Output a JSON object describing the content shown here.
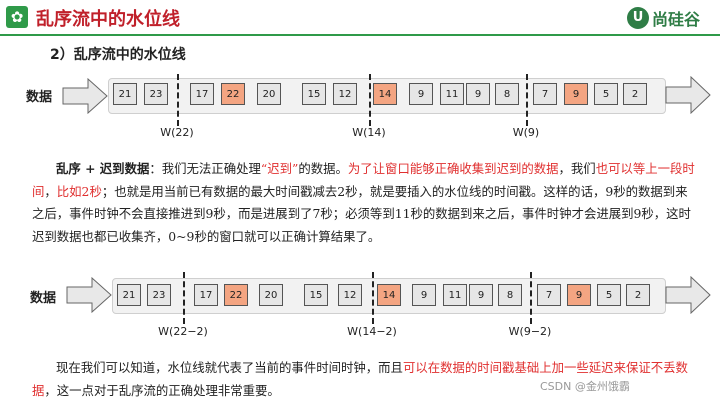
{
  "header": {
    "title": "乱序流中的水位线",
    "icon": "gear-icon",
    "logo_text": "尚硅谷",
    "logo_mark": "U"
  },
  "sub_title": "2）乱序流中的水位线",
  "colors": {
    "accent_green": "#2f9a49",
    "title_red": "#c0202a",
    "late_event": "#f4a582",
    "highlight_red": "#e03030"
  },
  "diagram1": {
    "label": "数据",
    "events": [
      "21",
      "23",
      "17",
      "22",
      "20",
      "15",
      "12",
      "14",
      "9",
      "11",
      "9",
      "8",
      "7",
      "9",
      "5",
      "2"
    ],
    "late": [
      false,
      false,
      false,
      true,
      false,
      false,
      false,
      true,
      false,
      false,
      false,
      false,
      false,
      true,
      false,
      false
    ],
    "watermarks": [
      "W(22)",
      "W(14)",
      "W(9)"
    ]
  },
  "paragraph1": {
    "p1": "乱序 + 迟到数据",
    "p2": "：我们无法正确处理",
    "p3": "“迟到”",
    "p4": "的数据。",
    "p5": "为了让窗口能够正确收集到迟到的数据",
    "p6": "，我们",
    "p7": "也可以等上一段时间",
    "p8": "，",
    "p9": "比如2秒",
    "p10": "；也就是用当前已有数据的最大时间戳减去2秒，就是要插入的水位线的时间戳。这样的话，9秒的数据到来之后，事件时钟不会直接推进到9秒，而是进展到了7秒；必须等到11秒的数据到来之后，事件时钟才会进展到9秒，这时迟到数据也都已收集齐，0~9秒的窗口就可以正确计算结果了。"
  },
  "diagram2": {
    "label": "数据",
    "events": [
      "21",
      "23",
      "17",
      "22",
      "20",
      "15",
      "12",
      "14",
      "9",
      "11",
      "9",
      "8",
      "7",
      "9",
      "5",
      "2"
    ],
    "late": [
      false,
      false,
      false,
      true,
      false,
      false,
      false,
      true,
      false,
      false,
      false,
      false,
      false,
      true,
      false,
      false
    ],
    "watermarks": [
      "W(22−2)",
      "W(14−2)",
      "W(9−2)"
    ]
  },
  "paragraph2": {
    "p1": "现在我们可以知道，水位线就代表了当前的事件时间时钟，而且",
    "p2": "可以在数据的时间戳基础上加一些延迟来保证不丢数据",
    "p3": "，这一点对于乱序流的正确处理非常重要。"
  },
  "watermark_text": "CSDN @金州饿霸"
}
